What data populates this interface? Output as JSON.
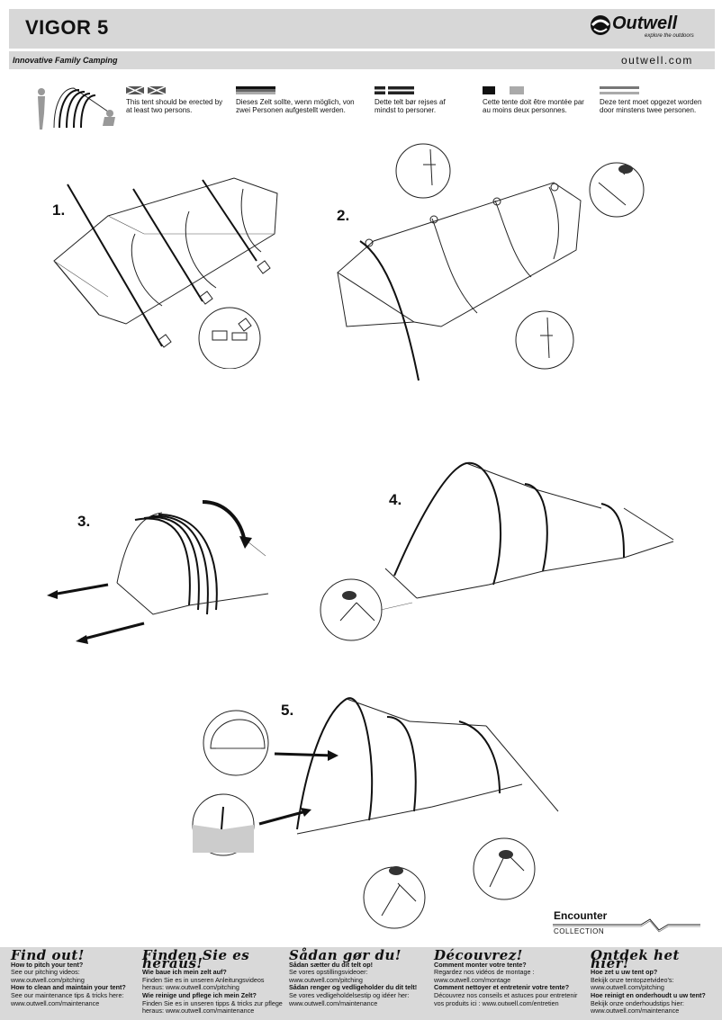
{
  "header": {
    "title": "VIGOR 5",
    "logo_text": "Outwell",
    "logo_tagline": "explore the outdoors",
    "subtitle": "Innovative Family Camping",
    "website": "outwell.com"
  },
  "languages": [
    {
      "code": "en",
      "text": "This tent should be erected by at least two persons."
    },
    {
      "code": "de",
      "text": "Dieses Zelt sollte, wenn möglich, von zwei Personen aufgestellt werden."
    },
    {
      "code": "da",
      "text": "Dette telt bør rejses af mindst to personer."
    },
    {
      "code": "fr",
      "text": "Cette tente doit être montée par au moins deux personnes."
    },
    {
      "code": "nl",
      "text": "Deze tent moet opgezet worden door minstens twee personen."
    }
  ],
  "steps": [
    "1.",
    "2.",
    "3.",
    "4.",
    "5."
  ],
  "brand": {
    "collection_name": "Encounter",
    "collection_label": "COLLECTION"
  },
  "footer": [
    {
      "heading": "Find out!",
      "q1": "How to pitch your tent?",
      "a1": "See our pitching videos:",
      "u1": "www.outwell.com/pitching",
      "q2": "How to clean and maintain your tent?",
      "a2": "See our maintenance tips & tricks here:",
      "u2": "www.outwell.com/maintenance"
    },
    {
      "heading": "Finden Sie es heraus!",
      "q1": "Wie baue ich mein zelt auf?",
      "a1": "Finden Sie es in unseren Anleitungsvideos heraus: www.outwell.com/pitching",
      "u1": "",
      "q2": "Wie reinige und pflege ich mein Zelt?",
      "a2": "Finden Sie es in unseren tipps & tricks zur pflege heraus: www.outwell.com/maintenance",
      "u2": ""
    },
    {
      "heading": "Sådan gør du!",
      "q1": "Sådan sætter du dit telt op!",
      "a1": "Se vores opstillingsvideoer:",
      "u1": "www.outwell.com/pitching",
      "q2": "Sådan renger og vedligeholder du dit telt!",
      "a2": "Se vores vedligeholdelsestip og idéer her:",
      "u2": "www.outwell.com/maintenance"
    },
    {
      "heading": "Découvrez!",
      "q1": "Comment monter votre tente?",
      "a1": "Regardez nos vidéos de montage :",
      "u1": "www.outwell.com/montage",
      "q2": "Comment nettoyer et entretenir votre tente?",
      "a2": "Découvrez nos conseils et astuces pour entretenir vos produits ici : www.outwell.com/entretien",
      "u2": ""
    },
    {
      "heading": "Ontdek het hier!",
      "q1": "Hoe zet u uw tent op?",
      "a1": "Bekijk onze tentopzetvideo's:",
      "u1": "www.outwell.com/pitching",
      "q2": "Hoe reinigt en onderhoudt u uw tent?",
      "a2": "Bekijk onze onderhoudstips hier:",
      "u2": "www.outwell.com/maintenance"
    }
  ]
}
